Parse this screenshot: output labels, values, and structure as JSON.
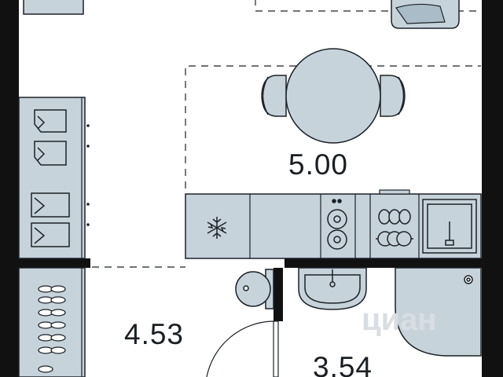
{
  "rooms": [
    {
      "name": "dining-area",
      "area": "5.00"
    },
    {
      "name": "hallway",
      "area": "4.53"
    },
    {
      "name": "bathroom",
      "area": "3.54"
    }
  ],
  "watermark": "циан",
  "colors": {
    "wall": "#111111",
    "furniture_fill": "#c7d3db",
    "furniture_stroke": "#1c2228",
    "dash": "#1c2228",
    "background": "#ffffff"
  },
  "icons": [
    "snowflake-icon",
    "hanger-icon",
    "shoe-icon",
    "toilet-icon",
    "sink-icon",
    "washer-icon",
    "chair-icon",
    "table-icon",
    "stove-icon",
    "oven-icon"
  ]
}
